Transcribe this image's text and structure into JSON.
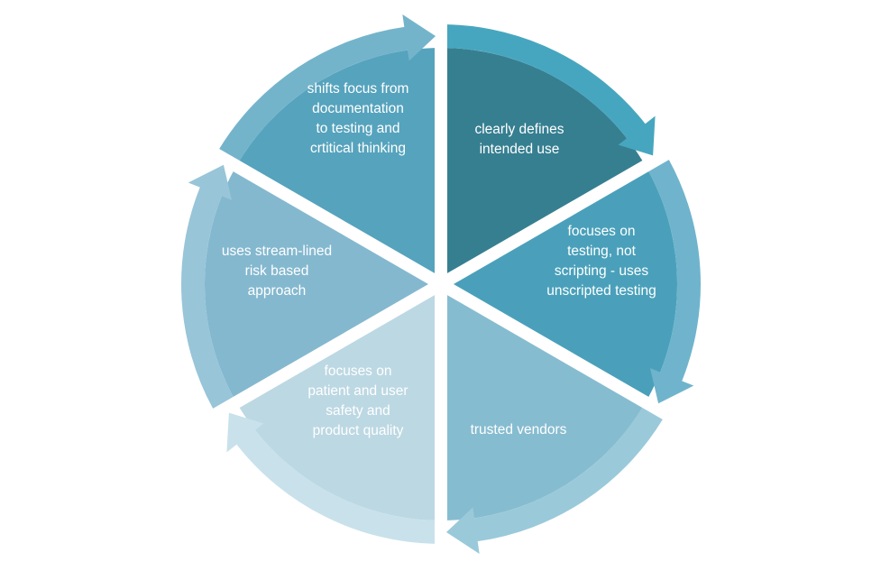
{
  "segments": [
    {
      "label_lines": [
        "clearly defines",
        "intended use"
      ],
      "wedge_color": "#367f91",
      "arc_color": "#47a6bf"
    },
    {
      "label_lines": [
        "focuses on",
        "testing, not",
        "scripting - uses",
        "unscripted testing"
      ],
      "wedge_color": "#4aa0ba",
      "arc_color": "#6fb4cc"
    },
    {
      "label_lines": [
        "trusted vendors"
      ],
      "wedge_color": "#86bcd0",
      "arc_color": "#9ac9da"
    },
    {
      "label_lines": [
        "focuses on",
        "patient and user",
        "safety and",
        "product quality"
      ],
      "wedge_color": "#bcd8e3",
      "arc_color": "#c9e1ea"
    },
    {
      "label_lines": [
        "uses stream-lined",
        "risk based",
        "approach"
      ],
      "wedge_color": "#84b8cf",
      "arc_color": "#98c5d8"
    },
    {
      "label_lines": [
        "shifts focus from",
        "documentation",
        "to testing and",
        "crtitical thinking"
      ],
      "wedge_color": "#56a3bd",
      "arc_color": "#74b4cb"
    }
  ]
}
